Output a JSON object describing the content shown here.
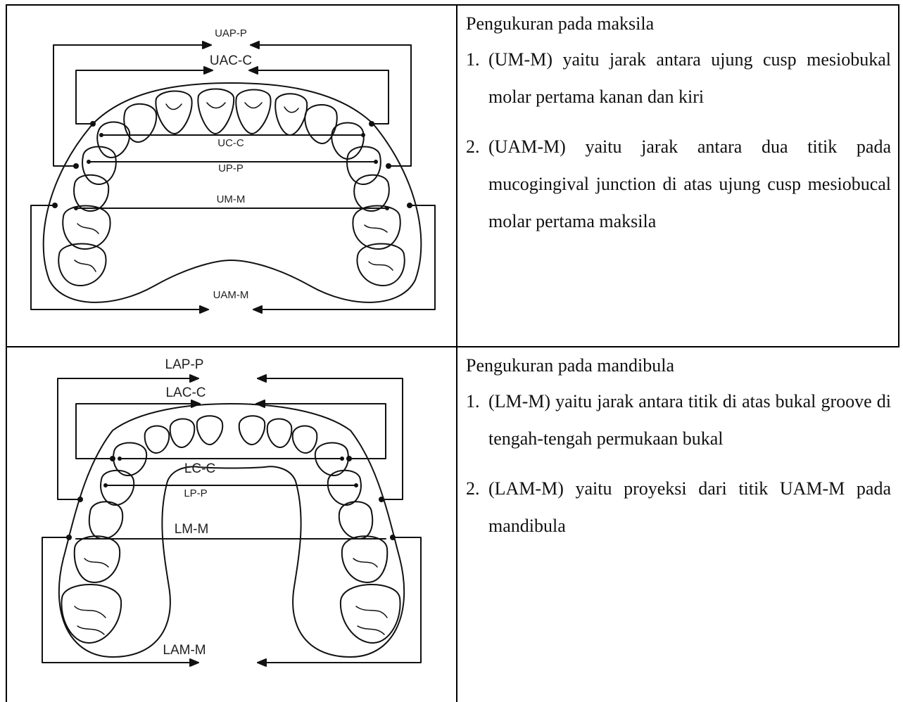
{
  "maxilla": {
    "title": "Pengukuran pada maksila",
    "items": [
      {
        "num": "1.",
        "text": "(UM-M) yaitu jarak antara ujung cusp mesiobukal molar pertama kanan dan kiri"
      },
      {
        "num": "2.",
        "text": "(UAM-M) yaitu jarak antara dua titik pada mucogingival junction di atas ujung cusp mesiobucal molar pertama maksila"
      }
    ],
    "figure_labels": {
      "uap": "UAP-P",
      "uac": "UAC-C",
      "uc": "UC-C",
      "up": "UP-P",
      "um": "UM-M",
      "uam": "UAM-M"
    }
  },
  "mandible": {
    "title": "Pengukuran pada mandibula",
    "items": [
      {
        "num": "1.",
        "text": "(LM-M) yaitu jarak antara titik di atas bukal groove di tengah-tengah permukaan bukal"
      },
      {
        "num": "2.",
        "text": "(LAM-M) yaitu proyeksi dari titik UAM-M pada mandibula"
      }
    ],
    "figure_labels": {
      "lap": "LAP-P",
      "lac": "LAC-C",
      "lc": "LC-C",
      "lp": "LP-P",
      "lm": "LM-M",
      "lam": "LAM-M"
    }
  }
}
